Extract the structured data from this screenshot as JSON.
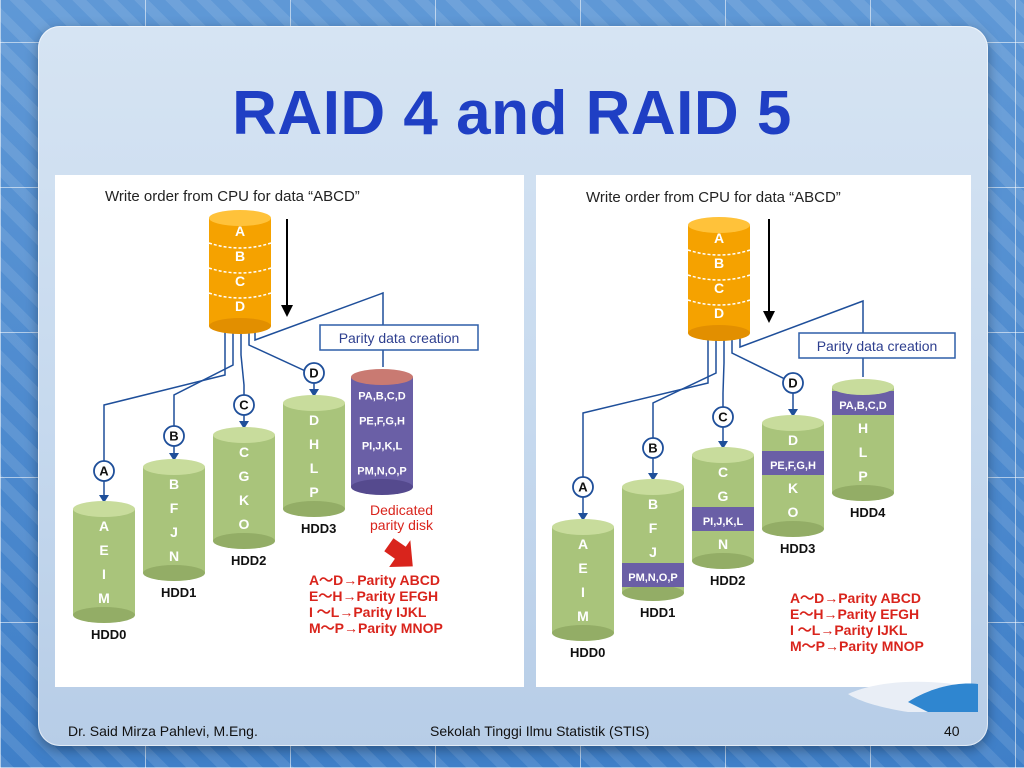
{
  "slide": {
    "title": "RAID 4 and RAID 5",
    "footer_left": "Dr. Said Mirza Pahlevi, M.Eng.",
    "footer_center": "Sekolah Tinggi Ilmu Statistik (STIS)",
    "page_number": "40"
  },
  "colors": {
    "title": "#1f3fc4",
    "disk_green": "#a9c47b",
    "cache_orange": "#f5a200",
    "parity_purple": "#6a5fa6",
    "parity_top_red": "#c97a72",
    "legend_red": "#d9241c",
    "line_blue": "#1f4f9a"
  },
  "raid4": {
    "header": "Write order from CPU for data “ABCD”",
    "cache_blocks": [
      "A",
      "B",
      "C",
      "D"
    ],
    "parity_label": "Parity data creation",
    "disks": [
      {
        "name": "HDD0",
        "marker": "A",
        "blocks": [
          "A",
          "E",
          "I",
          "M"
        ]
      },
      {
        "name": "HDD1",
        "marker": "B",
        "blocks": [
          "B",
          "F",
          "J",
          "N"
        ]
      },
      {
        "name": "HDD2",
        "marker": "C",
        "blocks": [
          "C",
          "G",
          "K",
          "O"
        ]
      },
      {
        "name": "HDD3",
        "marker": "D",
        "blocks": [
          "D",
          "H",
          "L",
          "P"
        ]
      }
    ],
    "parity_disk": [
      "PA,B,C,D",
      "PE,F,G,H",
      "PI,J,K,L",
      "PM,N,O,P"
    ],
    "dedicated_line1": "Dedicated",
    "dedicated_line2": "parity disk",
    "legend": [
      "A～D→Parity ABCD",
      "E～H→Parity EFGH",
      "I ～L→Parity IJKL",
      "M～P→Parity MNOP"
    ]
  },
  "raid5": {
    "header": "Write order from CPU for data “ABCD”",
    "cache_blocks": [
      "A",
      "B",
      "C",
      "D"
    ],
    "parity_label": "Parity data creation",
    "disks": [
      {
        "name": "HDD0",
        "marker": "A",
        "blocks": [
          "A",
          "E",
          "I",
          "M"
        ]
      },
      {
        "name": "HDD1",
        "marker": "B",
        "blocks": [
          "B",
          "F",
          "J",
          "PM,N,O,P"
        ]
      },
      {
        "name": "HDD2",
        "marker": "C",
        "blocks": [
          "C",
          "G",
          "PI,J,K,L",
          "N"
        ]
      },
      {
        "name": "HDD3",
        "marker": "D",
        "blocks": [
          "D",
          "PE,F,G,H",
          "K",
          "O"
        ]
      },
      {
        "name": "HDD4",
        "marker": "",
        "blocks": [
          "PA,B,C,D",
          "H",
          "L",
          "P"
        ]
      }
    ],
    "legend": [
      "A～D→Parity ABCD",
      "E～H→Parity EFGH",
      "I ～L→Parity IJKL",
      "M～P→Parity MNOP"
    ]
  }
}
